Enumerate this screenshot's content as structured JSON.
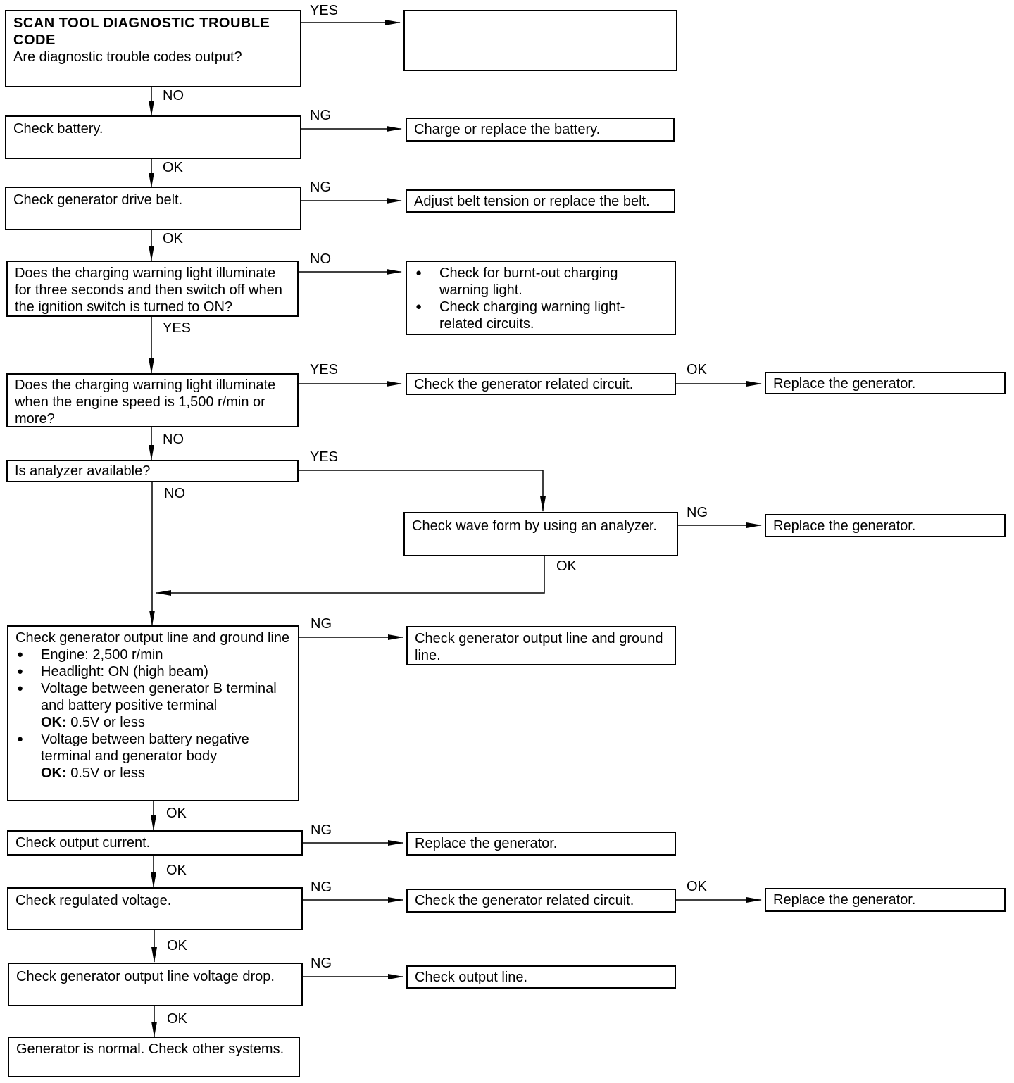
{
  "labels": {
    "yes": "YES",
    "no": "NO",
    "ng": "NG",
    "ok": "OK"
  },
  "boxes": {
    "scan_title": "SCAN TOOL DIAGNOSTIC TROUBLE CODE",
    "scan_question": "Are diagnostic trouble codes output?",
    "scan_result": "",
    "check_battery": "Check battery.",
    "charge_battery": "Charge or replace the battery.",
    "check_belt": "Check generator drive belt.",
    "adjust_belt": "Adjust belt tension or replace the belt.",
    "q_light_three_seconds": "Does the charging warning light illuminate for three seconds and then switch off when the ignition switch is turned to ON?",
    "light_checks": [
      "Check for burnt-out charging warning light.",
      "Check charging warning light-related circuits."
    ],
    "q_light_1500": "Does the charging warning light illuminate when the engine speed is 1,500 r/min or more?",
    "check_related_circuit_1": "Check the generator related circuit.",
    "replace_generator_1": "Replace the generator.",
    "q_analyzer": "Is analyzer available?",
    "check_waveform": "Check wave form by using an analyzer.",
    "replace_generator_2": "Replace the generator.",
    "output_line_title": "Check generator output line and ground line",
    "output_line_items": [
      "Engine: 2,500 r/min",
      "Headlight: ON (high beam)",
      "Voltage between generator B terminal and battery positive terminal",
      "Voltage between battery negative terminal and generator body"
    ],
    "ok_prefix": "OK:",
    "ok_value": "0.5V or less",
    "check_output_line_ground": "Check generator output line and ground line.",
    "check_output_current": "Check output current.",
    "replace_generator_3": "Replace the generator.",
    "check_regulated_voltage": "Check regulated voltage.",
    "check_related_circuit_2": "Check the generator related circuit.",
    "replace_generator_4": "Replace the generator.",
    "check_voltage_drop": "Check generator output line voltage drop.",
    "check_output_line": "Check output line.",
    "generator_normal": "Generator is normal. Check other systems."
  }
}
